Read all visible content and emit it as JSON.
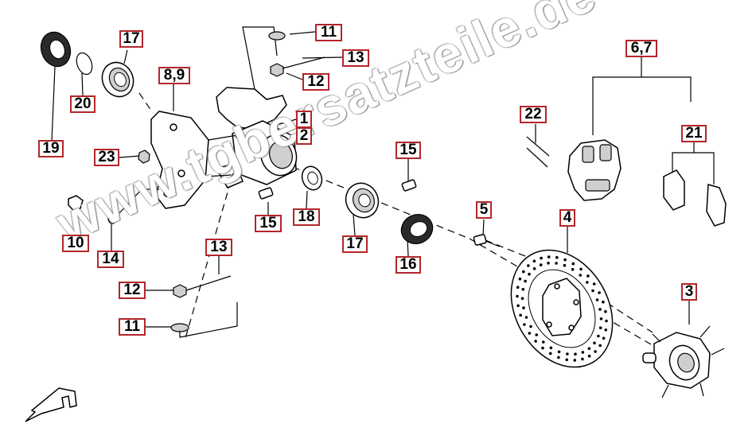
{
  "diagram": {
    "watermark": "www.tgbersatzteile.de",
    "callouts": [
      {
        "id": "c-11-top",
        "text": "11"
      },
      {
        "id": "c-13-top",
        "text": "13"
      },
      {
        "id": "c-12-top",
        "text": "12"
      },
      {
        "id": "c-17-top",
        "text": "17"
      },
      {
        "id": "c-8-9",
        "text": "8,9"
      },
      {
        "id": "c-1",
        "text": "1"
      },
      {
        "id": "c-2",
        "text": "2"
      },
      {
        "id": "c-20",
        "text": "20"
      },
      {
        "id": "c-19",
        "text": "19"
      },
      {
        "id": "c-23",
        "text": "23"
      },
      {
        "id": "c-10",
        "text": "10"
      },
      {
        "id": "c-14",
        "text": "14"
      },
      {
        "id": "c-15-right",
        "text": "15"
      },
      {
        "id": "c-15-mid",
        "text": "15"
      },
      {
        "id": "c-18",
        "text": "18"
      },
      {
        "id": "c-17-bot",
        "text": "17"
      },
      {
        "id": "c-16",
        "text": "16"
      },
      {
        "id": "c-5",
        "text": "5"
      },
      {
        "id": "c-4",
        "text": "4"
      },
      {
        "id": "c-6-7",
        "text": "6,7"
      },
      {
        "id": "c-22",
        "text": "22"
      },
      {
        "id": "c-21",
        "text": "21"
      },
      {
        "id": "c-13-bot",
        "text": "13"
      },
      {
        "id": "c-12-bot",
        "text": "12"
      },
      {
        "id": "c-11-bot",
        "text": "11"
      },
      {
        "id": "c-3",
        "text": "3"
      }
    ]
  }
}
